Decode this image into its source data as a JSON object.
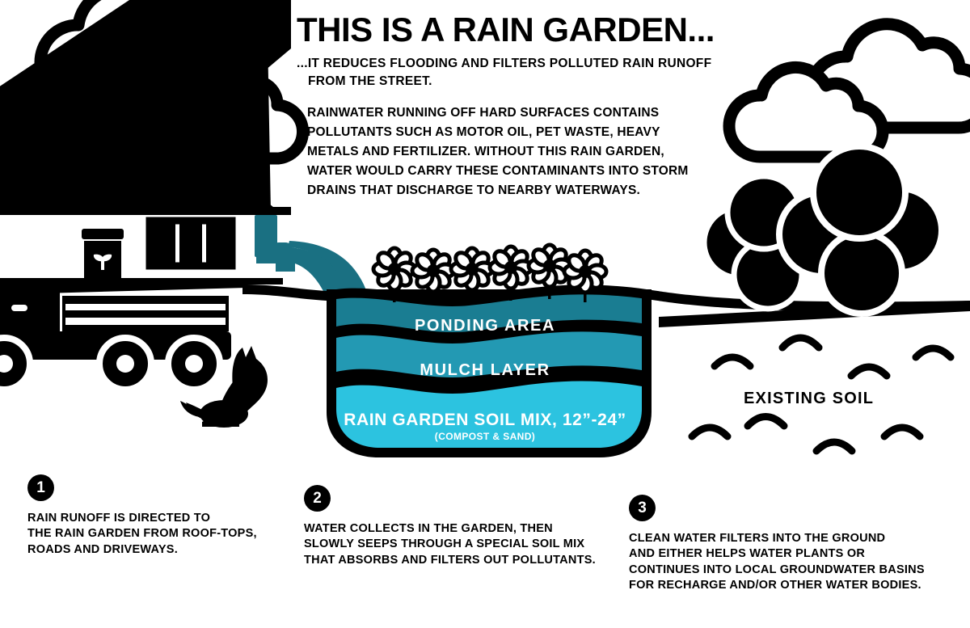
{
  "header": {
    "title": "THIS IS A RAIN GARDEN...",
    "subtitle_line1": "...IT REDUCES FLOODING AND FILTERS POLLUTED RAIN RUNOFF",
    "subtitle_line2": "FROM THE STREET."
  },
  "body_paragraph": {
    "line1": "RAINWATER RUNNING OFF HARD SURFACES CONTAINS",
    "line2": "POLLUTANTS SUCH AS MOTOR OIL, PET WASTE, HEAVY",
    "line3": "METALS AND FERTILIZER. WITHOUT THIS RAIN GARDEN,",
    "line4": "WATER WOULD CARRY THESE CONTAMINANTS INTO STORM",
    "line5": "DRAINS THAT DISCHARGE TO NEARBY WATERWAYS."
  },
  "cross_section": {
    "ponding_area_label": "PONDING AREA",
    "mulch_layer_label": "MULCH LAYER",
    "soil_mix_label": "RAIN GARDEN SOIL MIX, 12”-24”",
    "soil_mix_sublabel": "(COMPOST & SAND)",
    "existing_soil_label": "EXISTING SOIL"
  },
  "steps": [
    {
      "number": "1",
      "line1": "RAIN RUNOFF IS DIRECTED TO",
      "line2": "THE RAIN GARDEN FROM ROOF-TOPS,",
      "line3": "ROADS AND DRIVEWAYS.",
      "line4": ""
    },
    {
      "number": "2",
      "line1": "WATER COLLECTS IN THE GARDEN, THEN",
      "line2": "SLOWLY SEEPS THROUGH A SPECIAL SOIL MIX",
      "line3": "THAT ABSORBS AND FILTERS OUT POLLUTANTS.",
      "line4": ""
    },
    {
      "number": "3",
      "line1": "CLEAN WATER FILTERS INTO THE GROUND",
      "line2": "AND EITHER HELPS WATER PLANTS OR",
      "line3": "CONTINUES INTO LOCAL GROUNDWATER BASINS",
      "line4": "FOR RECHARGE AND/OR OTHER WATER BODIES."
    }
  ],
  "colors": {
    "ink": "#000000",
    "background": "#ffffff",
    "ponding_area": "#1a7d92",
    "mulch_layer": "#2399b3",
    "soil_mix": "#2cc3e0",
    "downspout_water": "#1a7082"
  },
  "scene_icons": [
    "cloud-icon",
    "house-icon",
    "rain-barrel-icon",
    "window-icon",
    "downspout-icon",
    "water-stream-icon",
    "truck-icon",
    "dog-icon",
    "flower-icon",
    "tree-icon",
    "soil-arc-icon"
  ]
}
